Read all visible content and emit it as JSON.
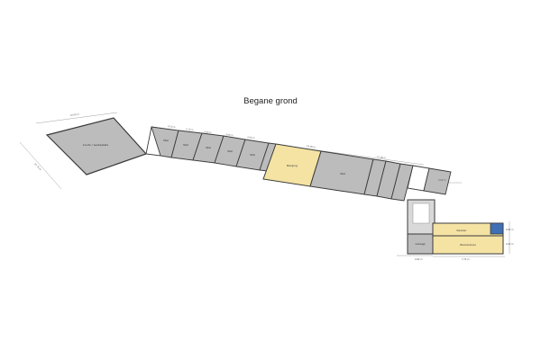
{
  "floor": {
    "title": "Begane grond"
  },
  "colors": {
    "room_grey": "#bcbcbc",
    "room_yellow": "#f5e3a4",
    "wall": "#3a3a3a",
    "tiles": "#d9d9d9",
    "blue": "#3f6fb5"
  },
  "rooms": {
    "big_barn": "Loods / werkplaats",
    "stall": "Stal",
    "yellow_room": "Berging",
    "center_room": "Stal",
    "living": "Woonkamer",
    "kitchen": "Keuken",
    "garage": "Garage"
  },
  "dimensions": {
    "d1": "10.00 m",
    "d2": "10.70 m",
    "d3": "4.20 m",
    "d4": "2.20 m",
    "d5": "3.00 m",
    "d6": "3.00 m",
    "d7": "3.00 m",
    "d8": "14.00 m",
    "d9": "12.00 m",
    "d10": "3.00 m",
    "d11": "4.80 m",
    "d12": "7.70 m",
    "d13": "9.60 m",
    "d14": "4.20 m"
  }
}
